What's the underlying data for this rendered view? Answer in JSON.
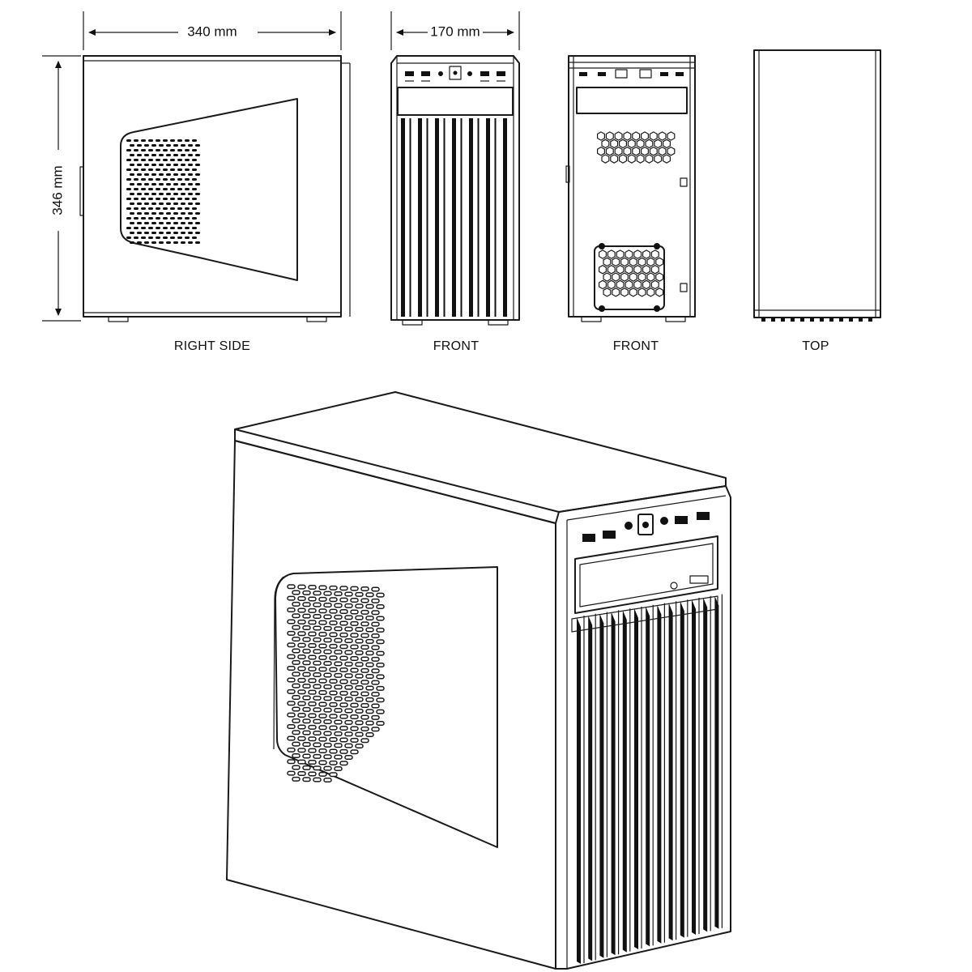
{
  "dimensions": {
    "width": "340 mm",
    "depth": "170 mm",
    "height": "346 mm"
  },
  "view_labels": {
    "right_side": "RIGHT SIDE",
    "front": "FRONT",
    "rear": "FRONT",
    "top": "TOP"
  },
  "colors": {
    "line": "#1a1a1a",
    "background": "#ffffff"
  }
}
